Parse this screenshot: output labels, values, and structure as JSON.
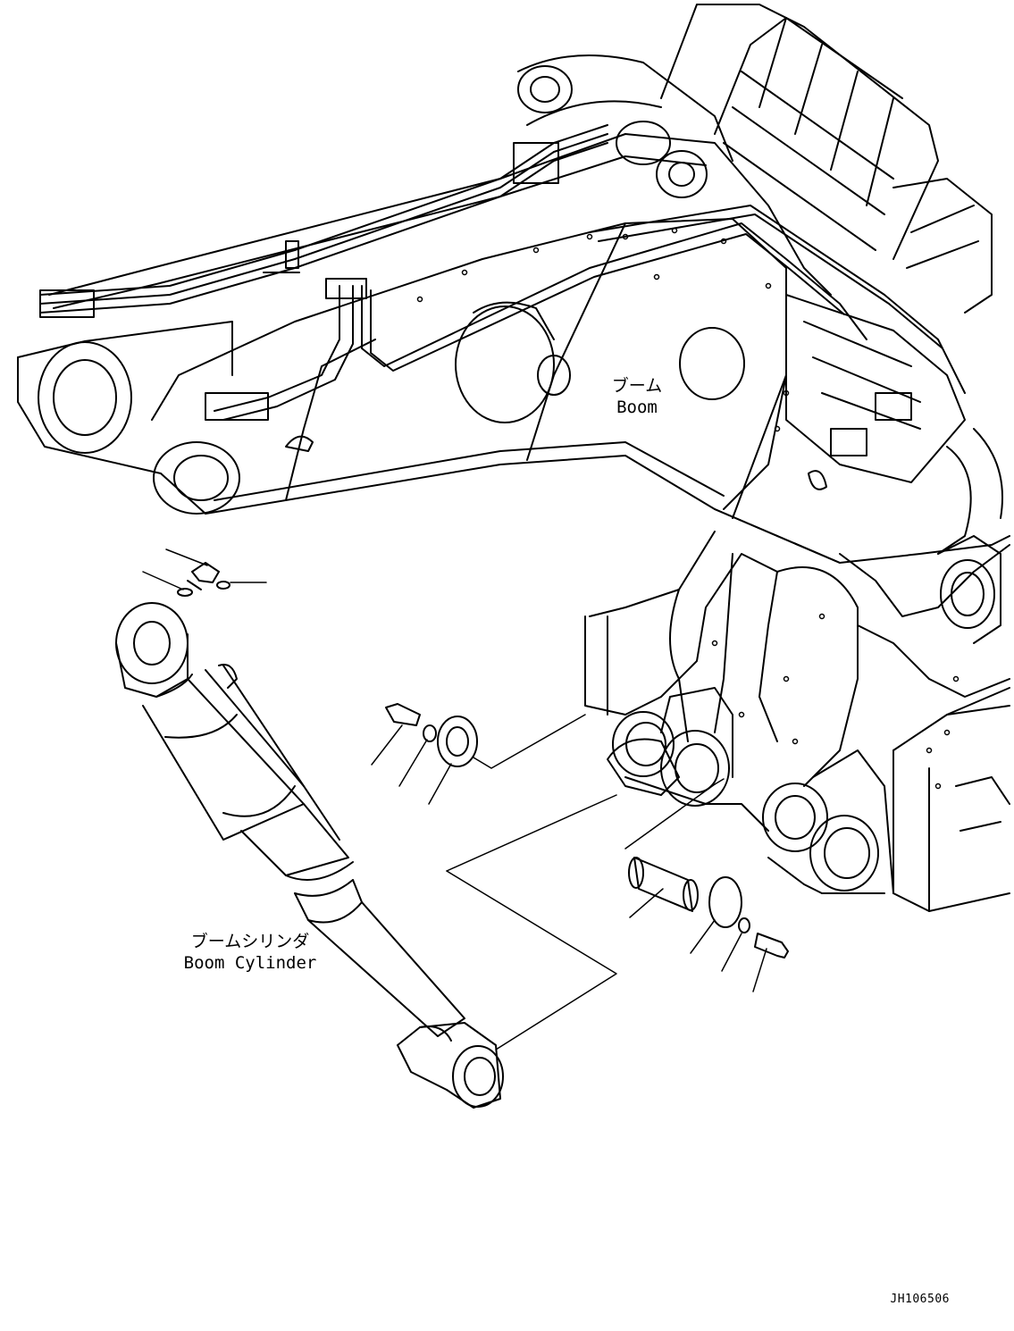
{
  "labels": {
    "boom_jp": "ブーム",
    "boom_en": "Boom",
    "boom_cylinder_jp": "ブームシリンダ",
    "boom_cylinder_en": "Boom Cylinder"
  },
  "drawing_code": "JH106506",
  "colors": {
    "line": "#000000",
    "background": "#ffffff"
  }
}
